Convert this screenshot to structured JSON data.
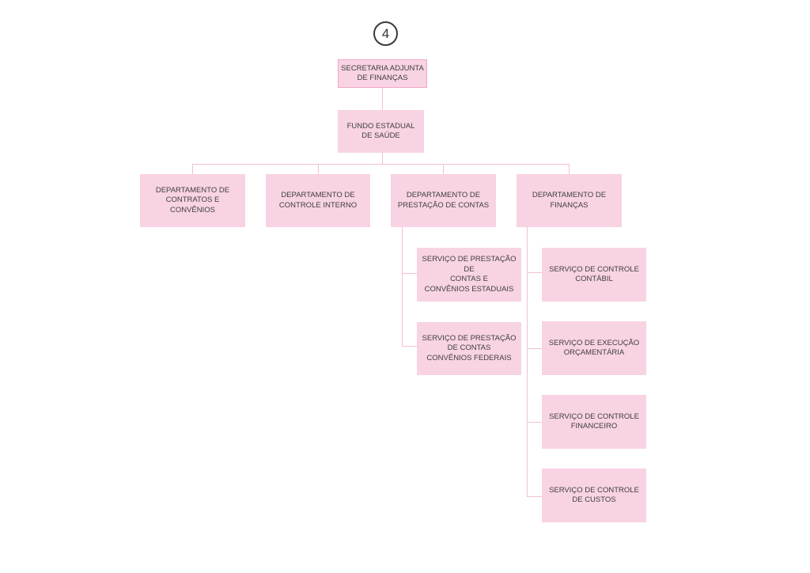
{
  "page_number": "4",
  "chart": {
    "root": {
      "label": "SECRETARIA ADJUNTA\nDE FINANÇAS"
    },
    "fundo": {
      "label": "FUNDO ESTADUAL\nDE SAÚDE"
    },
    "departments": [
      {
        "label": "DEPARTAMENTO DE\nCONTRATOS E\nCONVÊNIOS"
      },
      {
        "label": "DEPARTAMENTO DE\nCONTROLE INTERNO"
      },
      {
        "label": "DEPARTAMENTO DE\nPRESTAÇÃO DE CONTAS"
      },
      {
        "label": "DEPARTAMENTO DE\nFINANÇAS"
      }
    ],
    "services_prestacao": [
      {
        "label": "SERVIÇO DE PRESTAÇÃO DE\nCONTAS E\nCONVÊNIOS ESTADUAIS"
      },
      {
        "label": "SERVIÇO DE PRESTAÇÃO\nDE CONTAS\nCONVÊNIOS FEDERAIS"
      }
    ],
    "services_financas": [
      {
        "label": "SERVIÇO DE CONTROLE\nCONTÁBIL"
      },
      {
        "label": "SERVIÇO DE EXECUÇÃO\nORÇAMENTÁRIA"
      },
      {
        "label": "SERVIÇO DE CONTROLE\nFINANCEIRO"
      },
      {
        "label": "SERVIÇO DE CONTROLE\nDE CUSTOS"
      }
    ],
    "colors": {
      "box_fill": "#f8d3e3",
      "box_border": "#f1a6c6",
      "connector": "#f5bed6",
      "text": "#3f3f3f",
      "circle_stroke": "#3a3a3a"
    }
  }
}
